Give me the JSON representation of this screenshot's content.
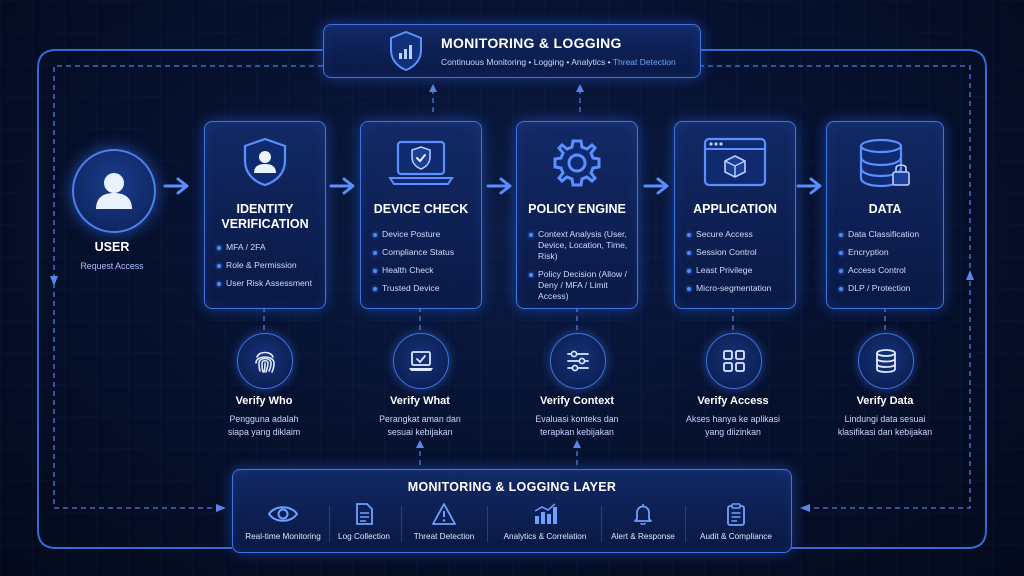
{
  "monitoring": {
    "title": "MONITORING & LOGGING",
    "subtitle_parts": [
      "Continuous Monitoring",
      "Logging",
      "Analytics",
      "Threat Detection"
    ],
    "separator": " • "
  },
  "user": {
    "title": "USER",
    "subtitle": "Request Access"
  },
  "stages": [
    {
      "title": "IDENTITY VERIFICATION",
      "icon": "shield-user-icon",
      "items": [
        "MFA / 2FA",
        "Role & Permission",
        "User Risk Assessment"
      ]
    },
    {
      "title": "DEVICE CHECK",
      "icon": "laptop-shield-icon",
      "items": [
        "Device Posture",
        "Compliance Status",
        "Health Check",
        "Trusted Device"
      ]
    },
    {
      "title": "POLICY ENGINE",
      "icon": "gear-icon",
      "items": [
        "Context Analysis (User, Device, Location, Time, Risk)",
        "Policy Decision (Allow / Deny / MFA / Limit Access)"
      ]
    },
    {
      "title": "APPLICATION",
      "icon": "app-window-cube-icon",
      "items": [
        "Secure Access",
        "Session Control",
        "Least Privilege",
        "Micro-segmentation"
      ]
    },
    {
      "title": "DATA",
      "icon": "database-lock-icon",
      "items": [
        "Data Classification",
        "Encryption",
        "Access Control",
        "DLP / Protection"
      ]
    }
  ],
  "verify": [
    {
      "title": "Verify Who",
      "desc": [
        "Pengguna adalah",
        "siapa yang diklaim"
      ],
      "icon": "fingerprint-icon"
    },
    {
      "title": "Verify What",
      "desc": [
        "Perangkat aman dan",
        "sesuai kebijakan"
      ],
      "icon": "laptop-check-icon"
    },
    {
      "title": "Verify Context",
      "desc": [
        "Evaluasi konteks dan",
        "terapkan kebijakan"
      ],
      "icon": "sliders-icon"
    },
    {
      "title": "Verify Access",
      "desc": [
        "Akses hanya ke aplikasi",
        "yang diizinkan"
      ],
      "icon": "grid-icon"
    },
    {
      "title": "Verify Data",
      "desc": [
        "Lindungi data sesuai",
        "klasifikasi dan kebijakan"
      ],
      "icon": "database-icon"
    }
  ],
  "layer": {
    "title": "MONITORING & LOGGING LAYER",
    "items": [
      {
        "label": "Real-time Monitoring",
        "icon": "eye-icon"
      },
      {
        "label": "Log Collection",
        "icon": "document-icon"
      },
      {
        "label": "Threat Detection",
        "icon": "warning-icon"
      },
      {
        "label": "Analytics & Correlation",
        "icon": "bar-chart-icon"
      },
      {
        "label": "Alert & Response",
        "icon": "bell-icon"
      },
      {
        "label": "Audit & Compliance",
        "icon": "clipboard-icon"
      }
    ]
  },
  "colors": {
    "accent": "#3f74e0",
    "glow": "#4f86ff",
    "background": "#050d22"
  }
}
